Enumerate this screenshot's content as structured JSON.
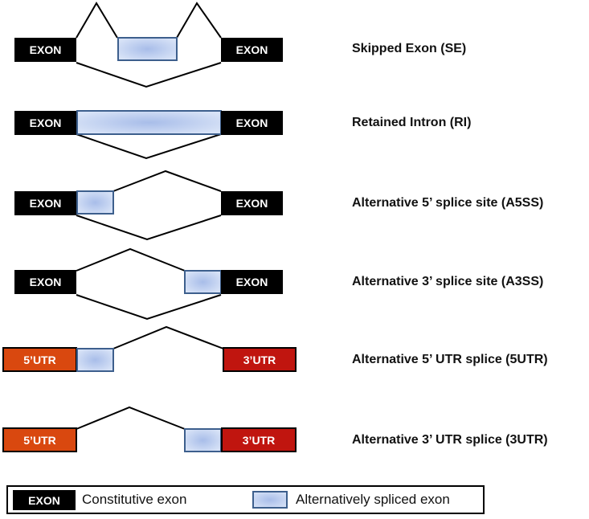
{
  "labels": {
    "exon": "EXON",
    "utr5": "5’UTR",
    "utr3": "3’UTR"
  },
  "rows": [
    {
      "id": "se",
      "name": "Skipped Exon (SE)"
    },
    {
      "id": "ri",
      "name": "Retained Intron (RI)"
    },
    {
      "id": "a5ss",
      "name": "Alternative 5’ splice site (A5SS)"
    },
    {
      "id": "a3ss",
      "name": "Alternative 3’ splice site (A3SS)"
    },
    {
      "id": "5utr",
      "name": "Alternative 5’ UTR splice (5UTR)"
    },
    {
      "id": "3utr",
      "name": "Alternative 3’ UTR splice (3UTR)"
    }
  ],
  "legend": {
    "exon_label": "EXON",
    "constitutive": "Constitutive exon",
    "alternative": "Alternatively spliced exon"
  },
  "colors": {
    "exon": "#000000",
    "utr5": "#d9480f",
    "utr3": "#c0150f",
    "alt_border": "#3d5f8d",
    "alt_fill_center": "#a8bde9",
    "alt_fill_edge": "#d8e3f7"
  }
}
